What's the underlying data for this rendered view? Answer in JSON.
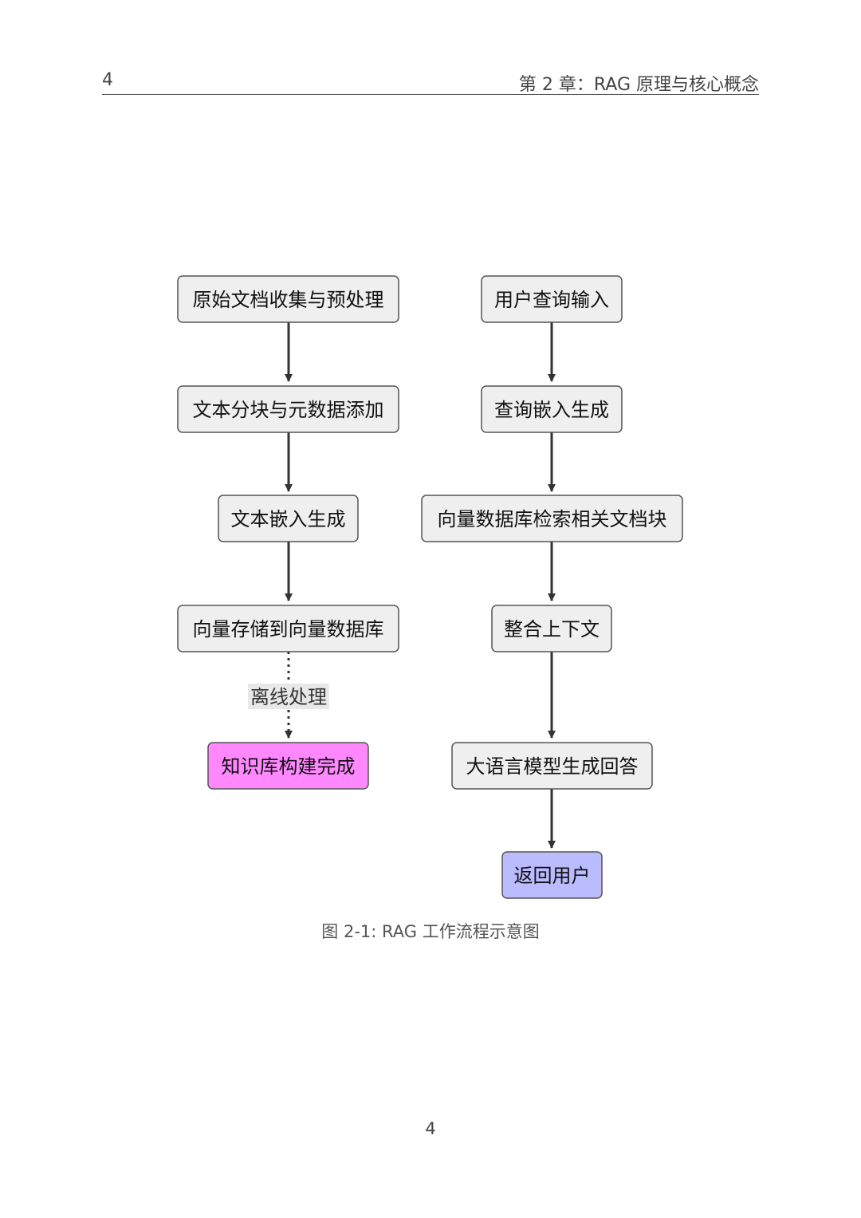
{
  "header": {
    "page_number": "4",
    "chapter_title": "第 2 章：RAG 原理与核心概念"
  },
  "diagram": {
    "offline_flow": [
      "原始文档收集与预处理",
      "文本分块与元数据添加",
      "文本嵌入生成",
      "向量存储到向量数据库",
      "知识库构建完成"
    ],
    "offline_edge_label": "离线处理",
    "online_flow": [
      "用户查询输入",
      "查询嵌入生成",
      "向量数据库检索相关文档块",
      "整合上下文",
      "大语言模型生成回答",
      "返回用户"
    ],
    "colors": {
      "node_fill": "#efefef",
      "node_stroke": "#555555",
      "end_offline_fill": "#ff88ff",
      "end_online_fill": "#bbbbff",
      "arrow": "#333333"
    }
  },
  "caption": "图 2-1: RAG 工作流程示意图",
  "footer": {
    "page_number": "4"
  }
}
